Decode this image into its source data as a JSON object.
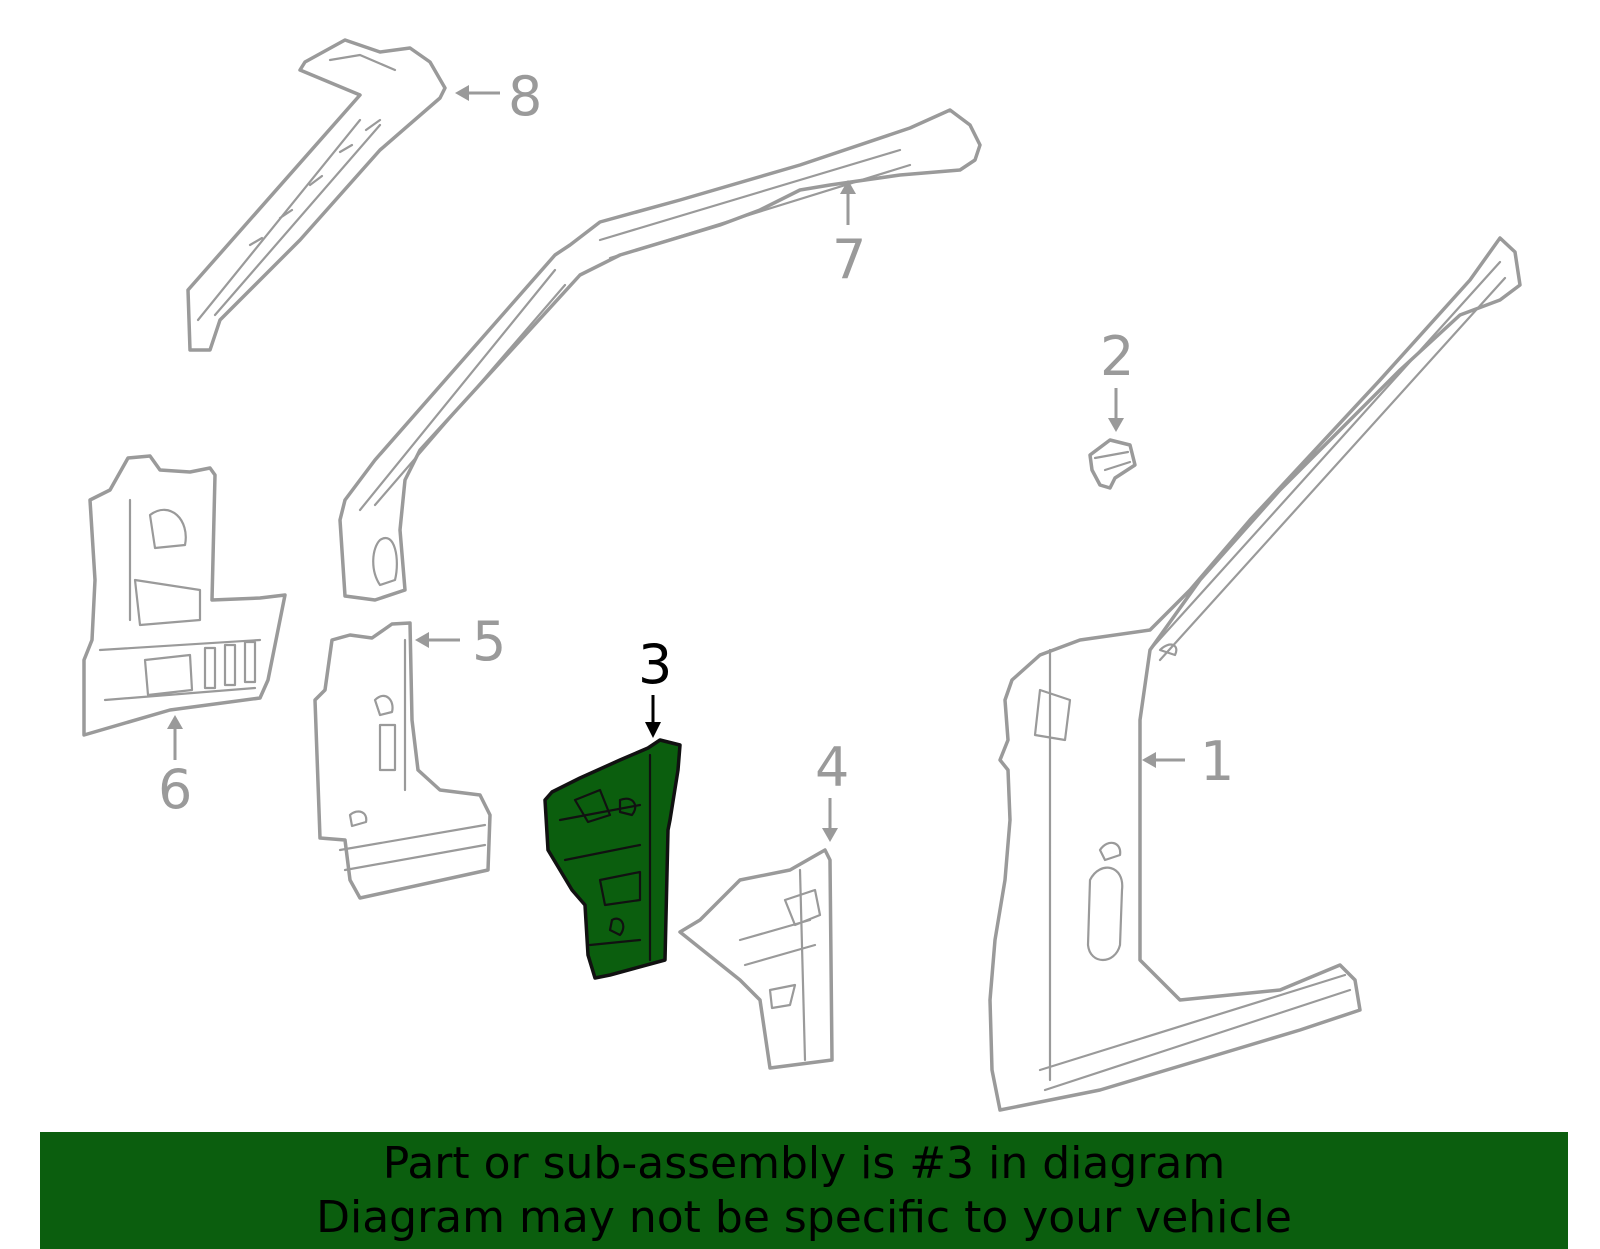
{
  "callouts": [
    {
      "number": "1"
    },
    {
      "number": "2"
    },
    {
      "number": "3"
    },
    {
      "number": "4"
    },
    {
      "number": "5"
    },
    {
      "number": "6"
    },
    {
      "number": "7"
    },
    {
      "number": "8"
    }
  ],
  "highlighted_part": "3",
  "colors": {
    "highlight_fill": "#0b5e0e",
    "line_gray": "#9a9a9a",
    "banner_bg": "#0b5e0e",
    "text_dark": "#000000"
  },
  "banner": {
    "line1": "Part or sub-assembly is #3 in diagram",
    "line2": "Diagram may not be specific to your vehicle"
  }
}
